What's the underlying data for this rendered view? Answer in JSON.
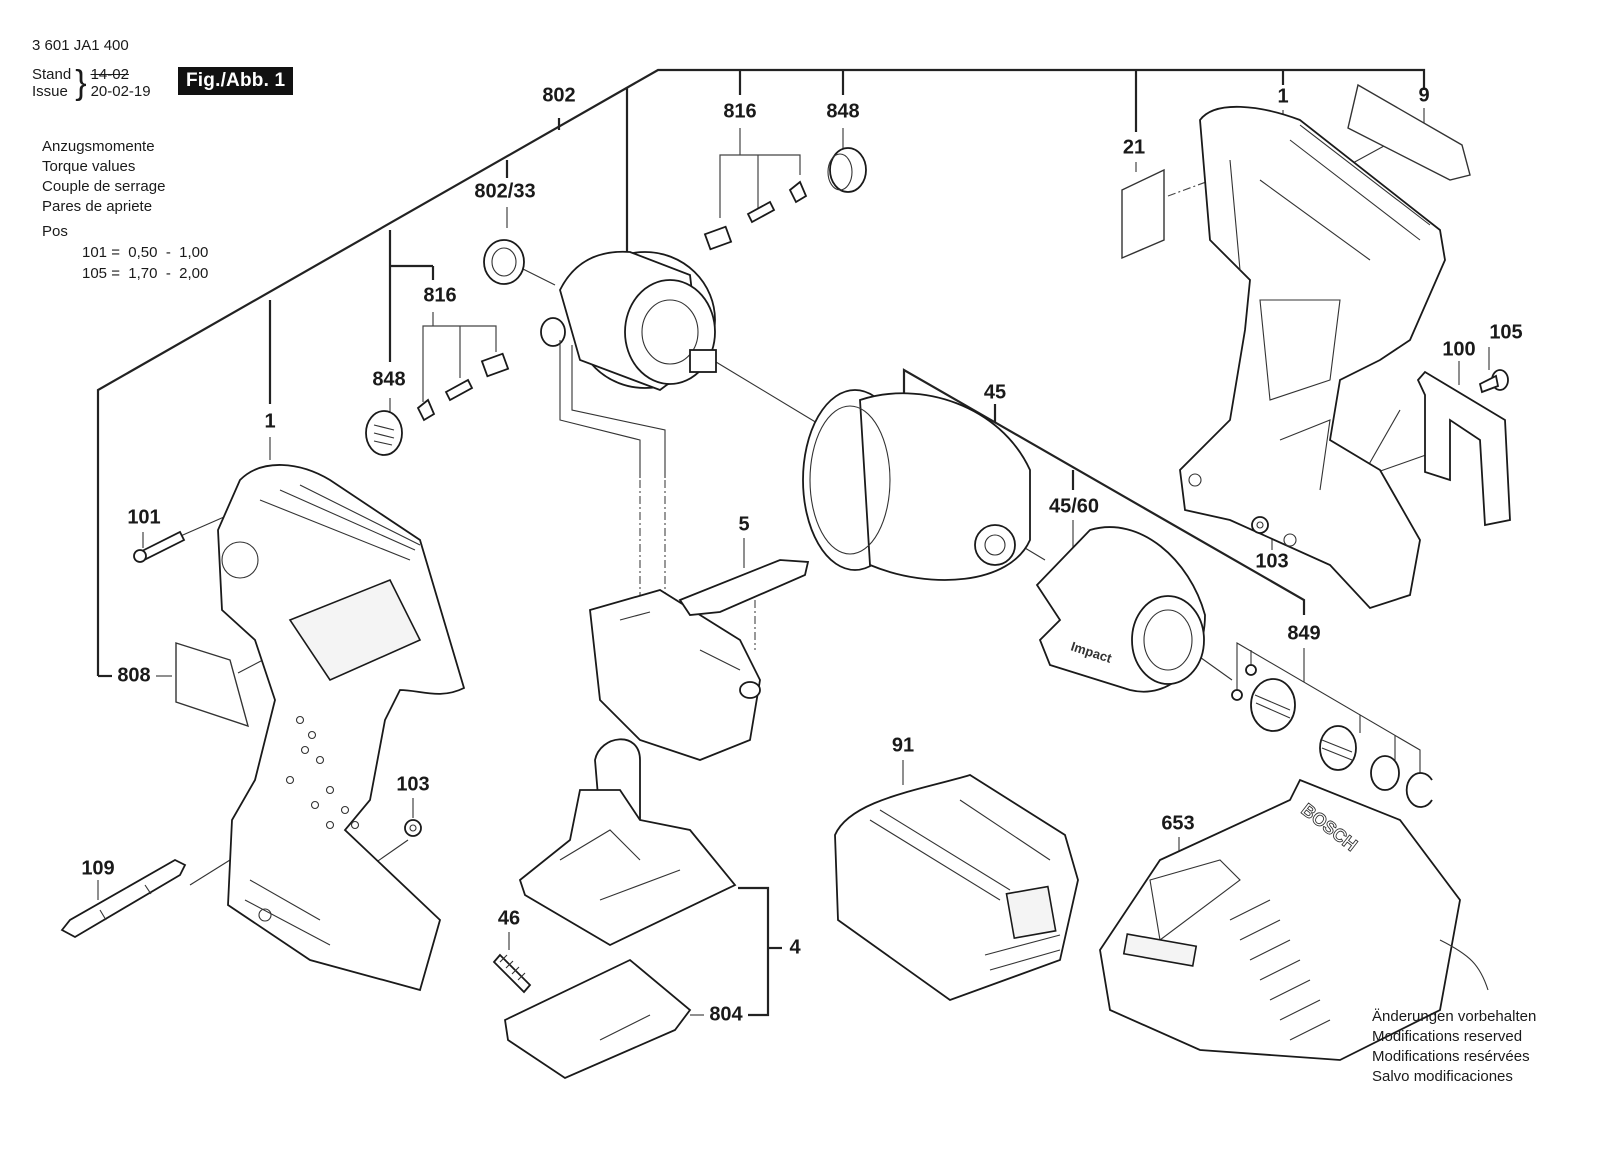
{
  "header": {
    "doc_number": "3 601 JA1 400",
    "stand_label": "Stand",
    "issue_label": "Issue",
    "stand_old_value": "14-02",
    "issue_value": "20-02-19",
    "figure_badge": "Fig./Abb. 1"
  },
  "torque": {
    "lines": [
      "Anzugsmomente",
      "Torque values",
      "Couple de serrage",
      "Pares de apriete"
    ],
    "pos_title": "Pos",
    "rows": [
      {
        "pos": "101",
        "value": "0,50 - 1,00"
      },
      {
        "pos": "105",
        "value": "1,70 - 2,00"
      }
    ],
    "rows_text": [
      "101 =  0,50  -  1,00",
      "105 =  1,70  -  2,00"
    ]
  },
  "disclaimer": {
    "lines": [
      "Änderungen vorbehalten",
      "Modifications reserved",
      "Modifications resérvées",
      "Salvo modificaciones"
    ]
  },
  "callouts": {
    "c802": "802",
    "c816_top": "816",
    "c848_top": "848",
    "c802_33": "802/33",
    "c21": "21",
    "c1_right": "1",
    "c9": "9",
    "c816_left": "816",
    "c848_left": "848",
    "c1_left": "1",
    "c101": "101",
    "c808": "808",
    "c103_left": "103",
    "c109": "109",
    "c45": "45",
    "c45_60": "45/60",
    "c100": "100",
    "c105": "105",
    "c103_right": "103",
    "c849": "849",
    "c5": "5",
    "c91": "91",
    "c653": "653",
    "c46": "46",
    "c4": "4",
    "c804": "804"
  },
  "product_markings": {
    "charger_brand": "BOSCH",
    "gear_housing_text": "Impact"
  }
}
